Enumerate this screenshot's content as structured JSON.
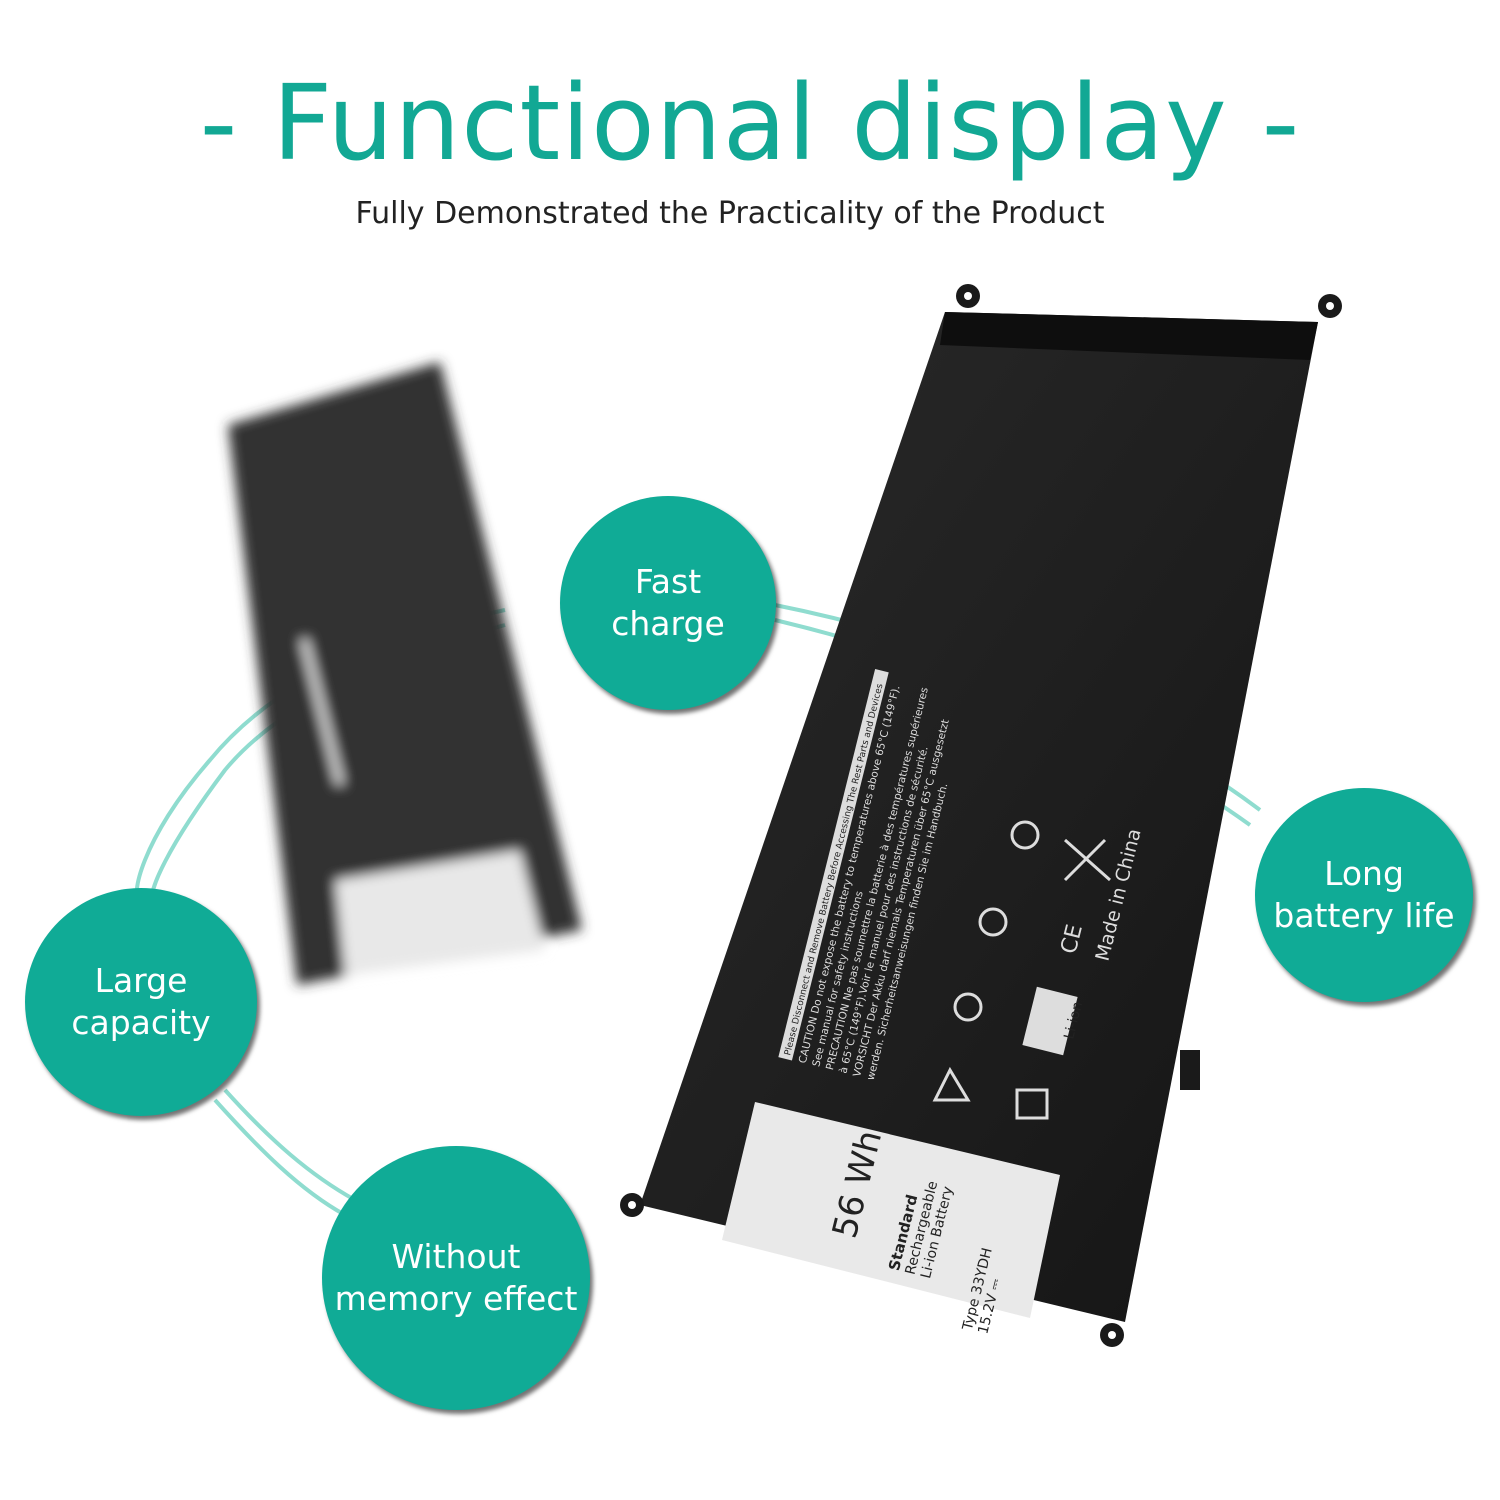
{
  "header": {
    "title": "- Functional display -",
    "subtitle": "Fully Demonstrated the Practicality of the Product"
  },
  "features": [
    {
      "label": "Fast\ncharge"
    },
    {
      "label": "Long\nbattery life"
    },
    {
      "label": "Large\ncapacity"
    },
    {
      "label": "Without\nmemory effect"
    }
  ],
  "battery_label": {
    "capacity": "56 Wh",
    "line1": "Standard",
    "line2": "Rechargeable",
    "line3": "Li-ion Battery",
    "type": "Type 33YDH",
    "voltage": "15.2V ⎓",
    "banner": "Please Disconnect and Remove Battery Before Accessing The Rest Parts and Devices",
    "caution": [
      "CAUTION Do not expose the battery to temperatures above 65°C (149°F).",
      "See manual for safety instructions",
      "PRECAUTION Ne pas soumettre la batterie à des températures supérieures",
      "à 65°C (149°F).Voir le manuel pour des instructions de sécurité.",
      "VORSICHT Der Akku darf niemals Temperaturen über 65°C ausgesetzt",
      "werden. Sicherheitsanweisungen finden Sie im Handbuch."
    ],
    "made_in": "Made in China",
    "li_ion": "Li-ion",
    "ce": "CE"
  },
  "colors": {
    "accent": "#10ab96",
    "title": "#12a894",
    "battery": "#1c1c1c"
  }
}
